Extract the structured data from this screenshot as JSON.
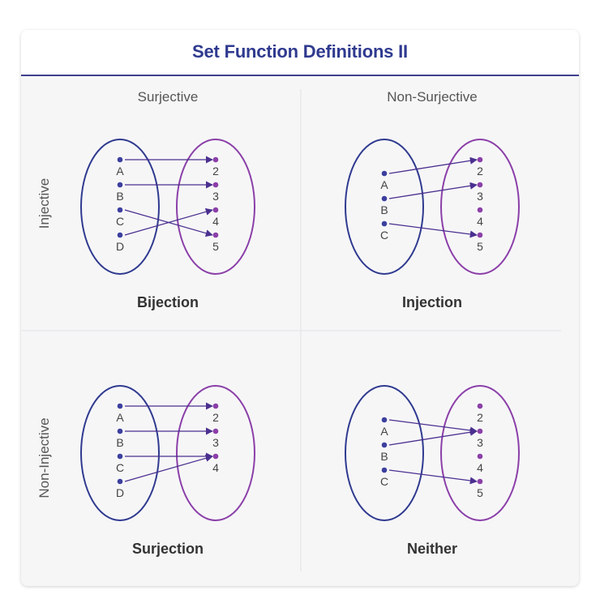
{
  "title": "Set Function Definitions II",
  "columns": [
    "Surjective",
    "Non-Surjective"
  ],
  "rows": [
    "Injective",
    "Non-Injective"
  ],
  "colors": {
    "domain_set": "#2f3a8f",
    "codomain_set": "#8b3fa8",
    "point": "#3b3f9e",
    "arrow": "#4a2f8f",
    "title": "#2f3a8f",
    "rule": "#3f3f8f"
  },
  "panels": [
    {
      "caption": "Bijection",
      "domain": [
        "A",
        "B",
        "C",
        "D"
      ],
      "codomain": [
        "2",
        "3",
        "4",
        "5"
      ],
      "mapping": [
        [
          "A",
          "2"
        ],
        [
          "B",
          "3"
        ],
        [
          "C",
          "5"
        ],
        [
          "D",
          "4"
        ]
      ]
    },
    {
      "caption": "Injection",
      "domain": [
        "A",
        "B",
        "C"
      ],
      "codomain": [
        "2",
        "3",
        "4",
        "5"
      ],
      "mapping": [
        [
          "A",
          "2"
        ],
        [
          "B",
          "3"
        ],
        [
          "C",
          "5"
        ]
      ]
    },
    {
      "caption": "Surjection",
      "domain": [
        "A",
        "B",
        "C",
        "D"
      ],
      "codomain": [
        "2",
        "3",
        "4"
      ],
      "mapping": [
        [
          "A",
          "2"
        ],
        [
          "B",
          "3"
        ],
        [
          "C",
          "4"
        ],
        [
          "D",
          "4"
        ]
      ]
    },
    {
      "caption": "Neither",
      "domain": [
        "A",
        "B",
        "C"
      ],
      "codomain": [
        "2",
        "3",
        "4",
        "5"
      ],
      "mapping": [
        [
          "A",
          "3"
        ],
        [
          "B",
          "3"
        ],
        [
          "C",
          "5"
        ]
      ]
    }
  ]
}
